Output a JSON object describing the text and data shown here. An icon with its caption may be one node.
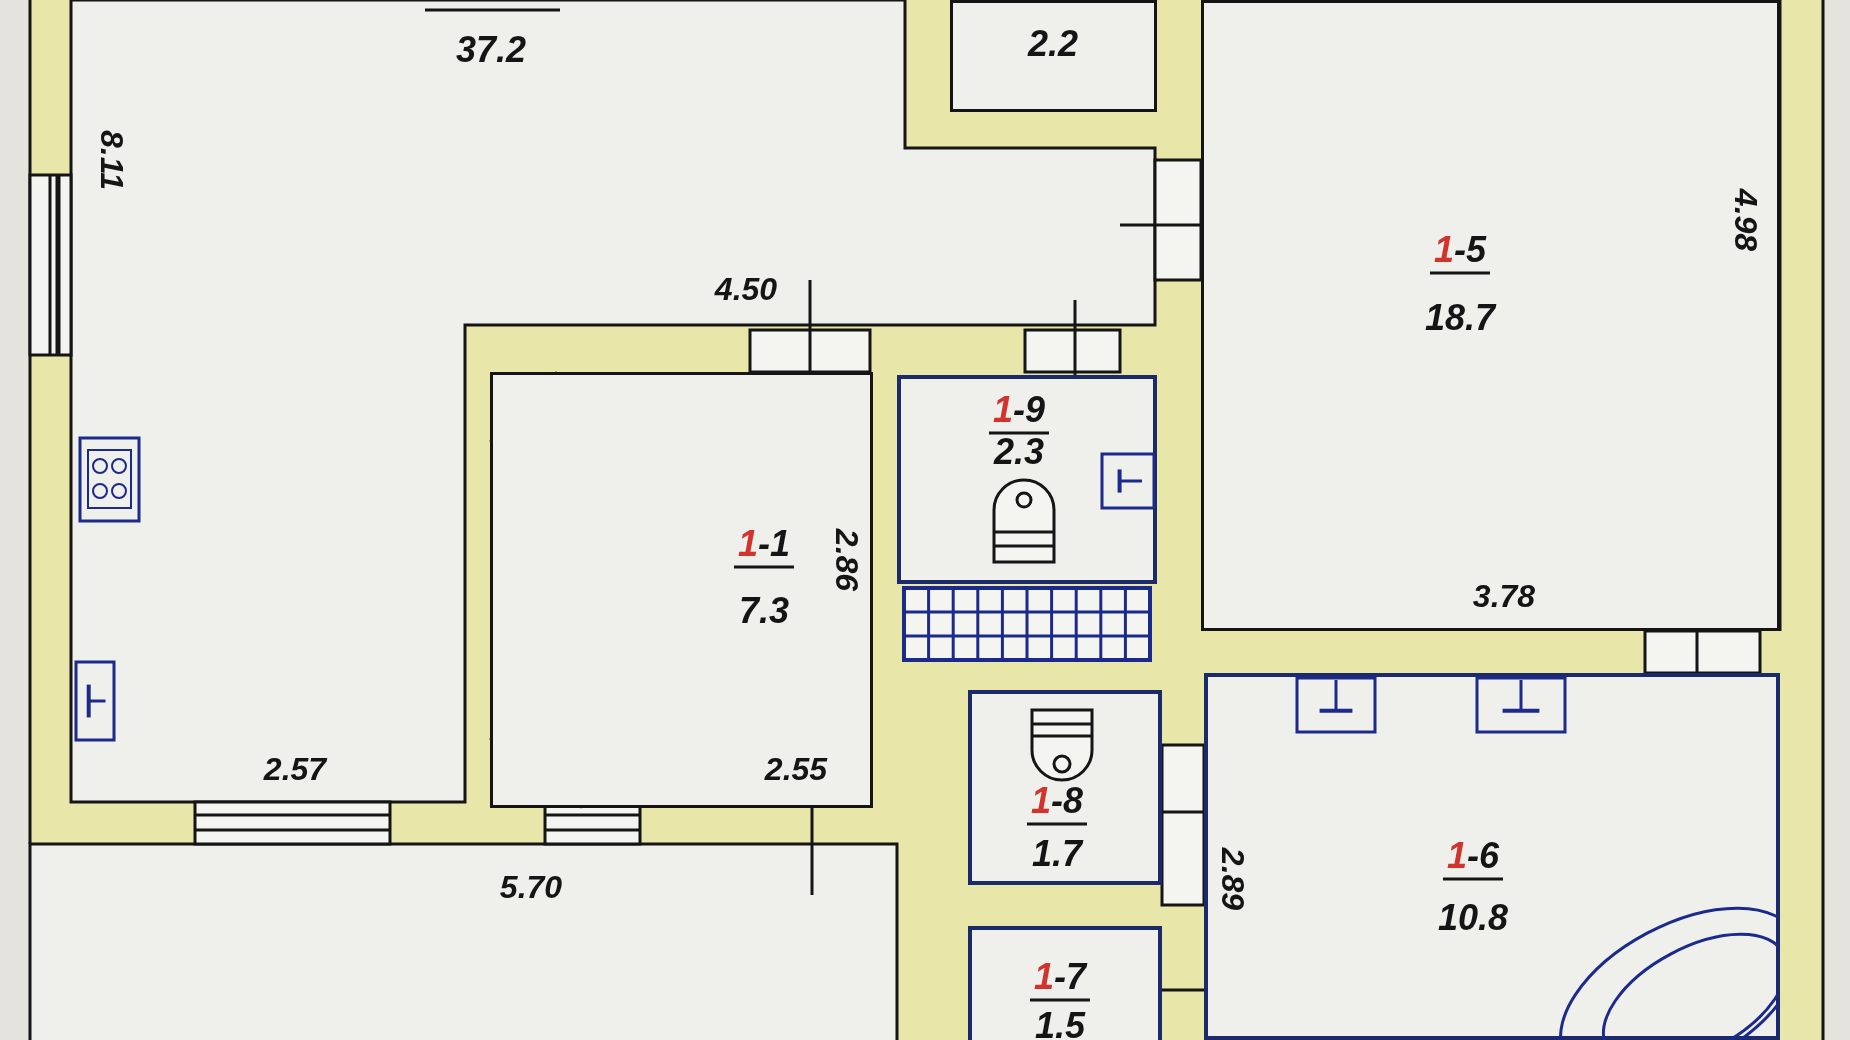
{
  "diagram": {
    "nodes": [
      {
        "text": [
          "37.2"
        ]
      },
      {
        "text": [
          "2.2"
        ]
      },
      {
        "text": [
          "1-5",
          "18.7"
        ]
      },
      {
        "text": [
          "1-1",
          "7.3"
        ]
      },
      {
        "text": [
          "1-9",
          "2.3"
        ]
      },
      {
        "text": [
          "1-8",
          "1.7"
        ]
      },
      {
        "text": [
          "1-6",
          "10.8"
        ]
      },
      {
        "text": [
          "1-7",
          "1.5"
        ]
      }
    ],
    "edges": [],
    "labels": [
      "8.11",
      "4.98",
      "4.50",
      "2.86",
      "3.78",
      "2.57",
      "2.55",
      "2.89",
      "5.70"
    ]
  }
}
